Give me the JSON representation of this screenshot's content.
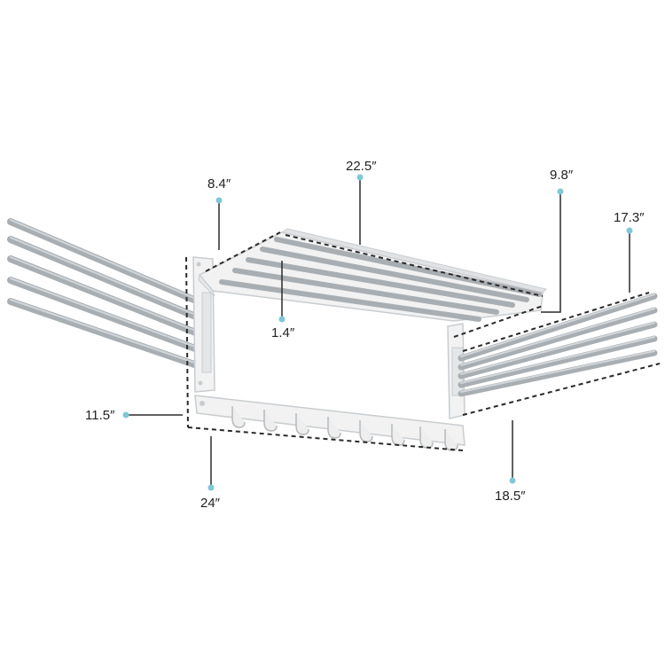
{
  "colors": {
    "rod": "#a9aeb2",
    "rod_highlight": "#d2d6d9",
    "bracket": "#f2f2f2",
    "bracket_edge": "#c9cccf",
    "dash": "#2a2a2a",
    "leader": "#2a2a2a",
    "dot": "#7fc8d8",
    "text": "#222222"
  },
  "dimensions": {
    "top_depth": "8.4″",
    "top_width": "22.5″",
    "top_right_depth": "9.8″",
    "rod_gap": "1.4″",
    "right_arm_length": "17.3″",
    "frame_height": "11.5″",
    "frame_width": "24″",
    "right_arm_span": "18.5″"
  }
}
